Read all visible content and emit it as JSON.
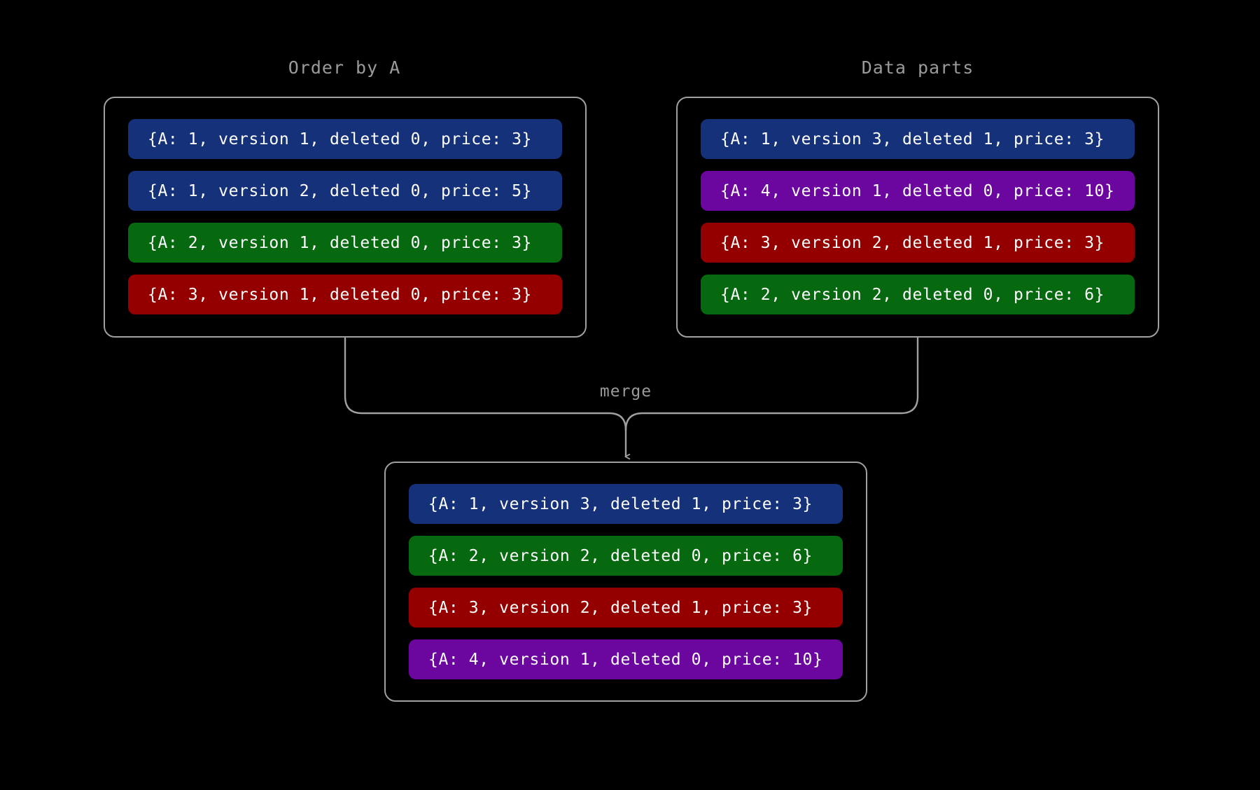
{
  "diagram": {
    "background_color": "#000000",
    "line_color": "#a0a0a0",
    "title_color": "#9a9a9a",
    "merge_label": "merge"
  },
  "palette": {
    "blue": "#15317a",
    "green": "#06690f",
    "red": "#940000",
    "purple": "#6b069e",
    "text": "#ffffff"
  },
  "panels": {
    "order_by_a": {
      "title": "Order by A",
      "rows": [
        {
          "text": "{A: 1, version 1, deleted 0, price: 3}",
          "color": "blue",
          "A": 1,
          "version": 1,
          "deleted": 0,
          "price": 3
        },
        {
          "text": "{A: 1, version 2, deleted 0, price: 5}",
          "color": "blue",
          "A": 1,
          "version": 2,
          "deleted": 0,
          "price": 5
        },
        {
          "text": "{A: 2, version 1, deleted 0, price: 3}",
          "color": "green",
          "A": 2,
          "version": 1,
          "deleted": 0,
          "price": 3
        },
        {
          "text": "{A: 3, version 1, deleted 0, price: 3}",
          "color": "red",
          "A": 3,
          "version": 1,
          "deleted": 0,
          "price": 3
        }
      ]
    },
    "data_parts": {
      "title": "Data parts",
      "rows": [
        {
          "text": "{A: 1, version 3, deleted 1, price: 3}",
          "color": "blue",
          "A": 1,
          "version": 3,
          "deleted": 1,
          "price": 3
        },
        {
          "text": "{A: 4, version 1, deleted 0, price: 10}",
          "color": "purple",
          "A": 4,
          "version": 1,
          "deleted": 0,
          "price": 10
        },
        {
          "text": "{A: 3, version 2, deleted 1, price: 3}",
          "color": "red",
          "A": 3,
          "version": 2,
          "deleted": 1,
          "price": 3
        },
        {
          "text": "{A: 2, version 2, deleted 0, price: 6}",
          "color": "green",
          "A": 2,
          "version": 2,
          "deleted": 0,
          "price": 6
        }
      ]
    },
    "merged": {
      "title": "",
      "rows": [
        {
          "text": "{A: 1, version 3, deleted 1, price: 3}",
          "color": "blue",
          "A": 1,
          "version": 3,
          "deleted": 1,
          "price": 3
        },
        {
          "text": "{A: 2, version 2, deleted 0, price: 6}",
          "color": "green",
          "A": 2,
          "version": 2,
          "deleted": 0,
          "price": 6
        },
        {
          "text": "{A: 3, version 2, deleted 1, price: 3}",
          "color": "red",
          "A": 3,
          "version": 2,
          "deleted": 1,
          "price": 3
        },
        {
          "text": "{A: 4, version 1, deleted 0, price: 10}",
          "color": "purple",
          "A": 4,
          "version": 1,
          "deleted": 0,
          "price": 10
        }
      ]
    }
  }
}
